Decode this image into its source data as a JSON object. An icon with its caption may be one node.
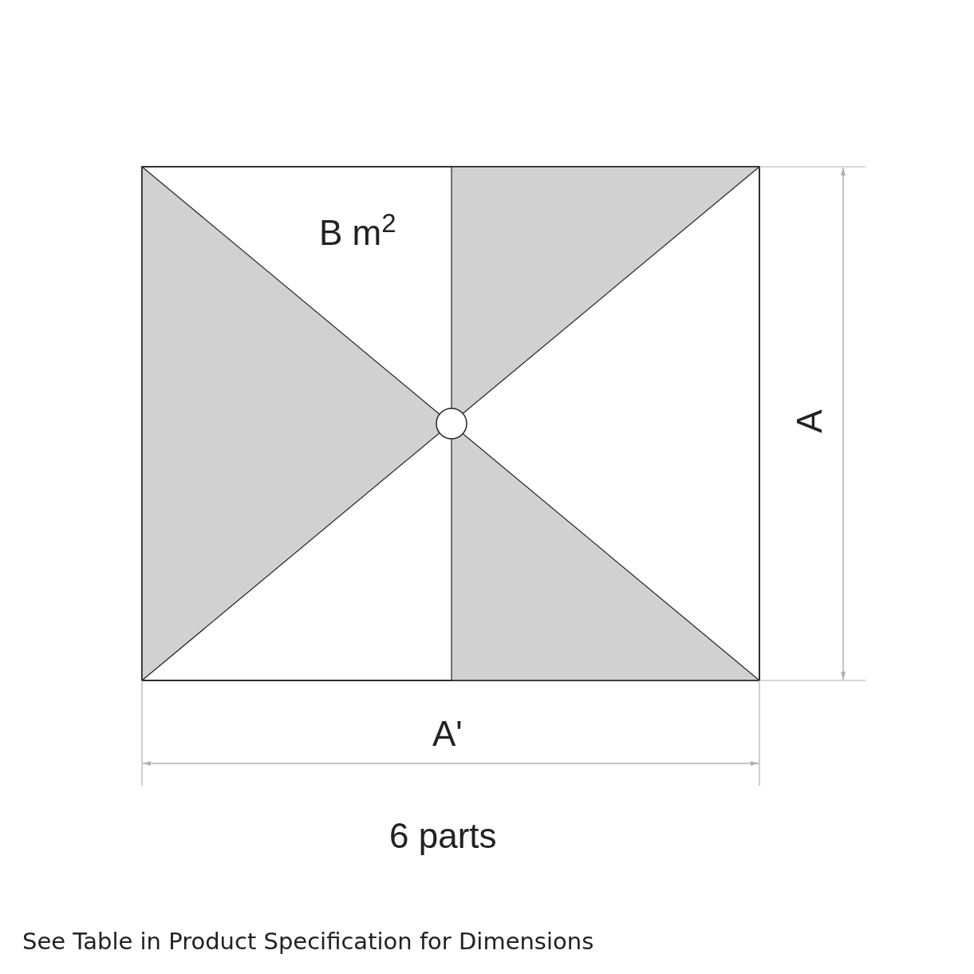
{
  "diagram": {
    "labels": [
      "B m$^{2}$",
      "A",
      "A'",
      "6 parts",
      "See Table in Product Specification for Dimensions"
    ]
  }
}
